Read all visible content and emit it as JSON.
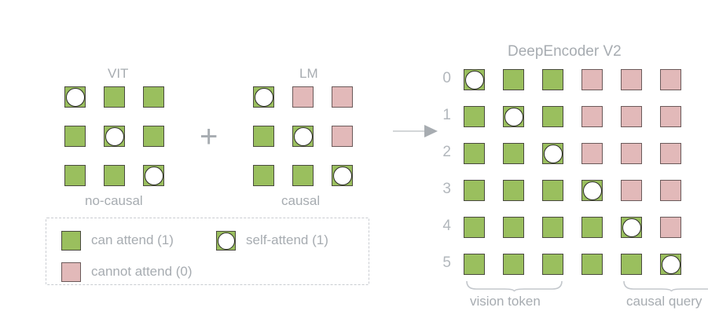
{
  "diagram": {
    "left_panels": [
      {
        "name": "vit",
        "header": "VIT",
        "caption": "no-causal",
        "matrix": [
          [
            "self",
            "green",
            "green"
          ],
          [
            "green",
            "self",
            "green"
          ],
          [
            "green",
            "green",
            "self"
          ]
        ]
      },
      {
        "name": "lm",
        "header": "LM",
        "caption": "causal",
        "matrix": [
          [
            "self",
            "pink",
            "pink"
          ],
          [
            "green",
            "self",
            "pink"
          ],
          [
            "green",
            "green",
            "self"
          ]
        ]
      }
    ],
    "operator_plus": "+",
    "operator_arrow": "arrow-right",
    "right_panel": {
      "title": "DeepEncoder V2",
      "row_labels": [
        "0",
        "1",
        "2",
        "3",
        "4",
        "5"
      ],
      "matrix": [
        [
          "self",
          "green",
          "green",
          "pink",
          "pink",
          "pink"
        ],
        [
          "green",
          "self",
          "green",
          "pink",
          "pink",
          "pink"
        ],
        [
          "green",
          "green",
          "self",
          "pink",
          "pink",
          "pink"
        ],
        [
          "green",
          "green",
          "green",
          "self",
          "pink",
          "pink"
        ],
        [
          "green",
          "green",
          "green",
          "green",
          "self",
          "pink"
        ],
        [
          "green",
          "green",
          "green",
          "green",
          "green",
          "self"
        ]
      ],
      "group_labels": [
        "vision token",
        "causal query"
      ]
    },
    "legend": {
      "items": [
        {
          "swatch": "green",
          "label": "can attend (1)"
        },
        {
          "swatch": "self",
          "label": "self-attend (1)"
        },
        {
          "swatch": "pink",
          "label": "cannot attend (0)"
        }
      ]
    },
    "colors": {
      "green": "#9abf5e",
      "pink": "#e2b9b9",
      "self_circle": "#ffffff",
      "text": "#a7acb1",
      "border": "#4a4a3f"
    }
  }
}
